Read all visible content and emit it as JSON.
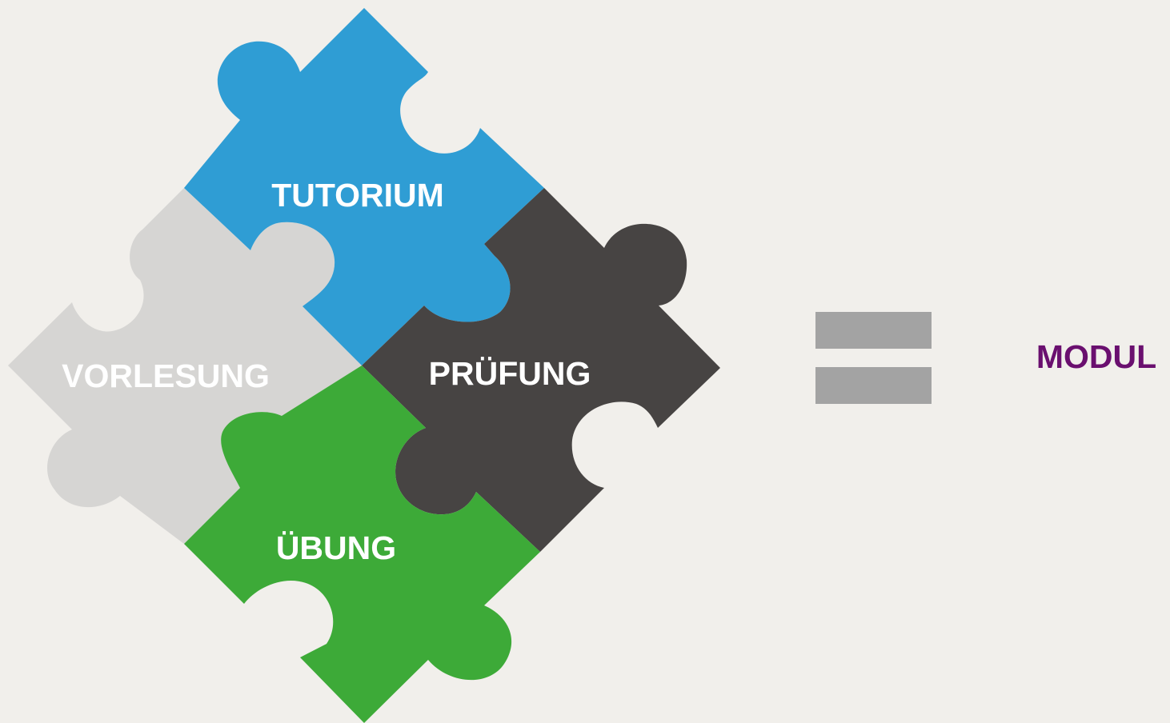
{
  "pieces": {
    "tutorium": {
      "label": "TUTORIUM",
      "color": "#2f9dd4"
    },
    "vorlesung": {
      "label": "VORLESUNG",
      "color": "#d6d5d3"
    },
    "pruefung": {
      "label": "PRÜFUNG",
      "color": "#474443"
    },
    "uebung": {
      "label": "ÜBUNG",
      "color": "#3daa38"
    }
  },
  "equals_sign": {
    "color": "#a3a3a3"
  },
  "result": {
    "label": "MODUL",
    "color": "#6a0f6f"
  },
  "background": {
    "color": "#f1efeb"
  }
}
